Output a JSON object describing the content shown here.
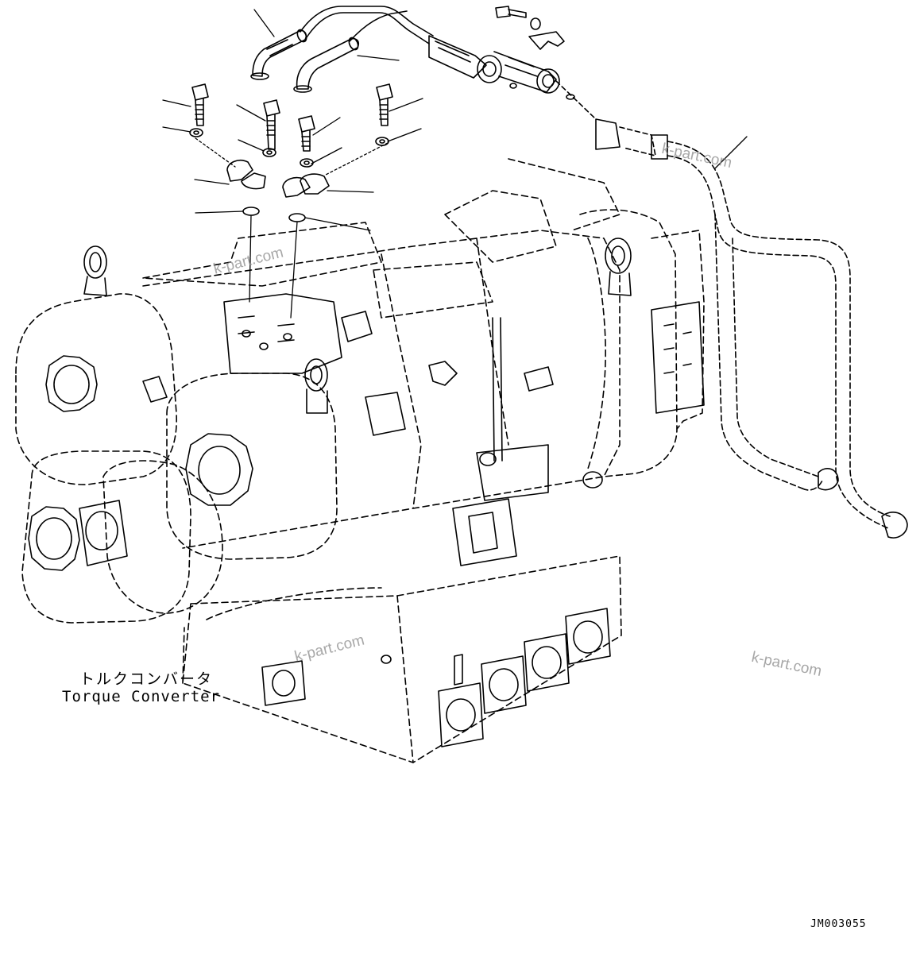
{
  "diagram": {
    "component_label_jp": "トルクコンバータ",
    "component_label_en": "Torque Converter",
    "drawing_code": "JM003055"
  },
  "watermarks": [
    "k-part.com",
    "k-part.com",
    "k-part.com",
    "k-part.com"
  ],
  "colors": {
    "line": "#000000",
    "background": "#ffffff",
    "watermark": "#8a8a8a"
  }
}
